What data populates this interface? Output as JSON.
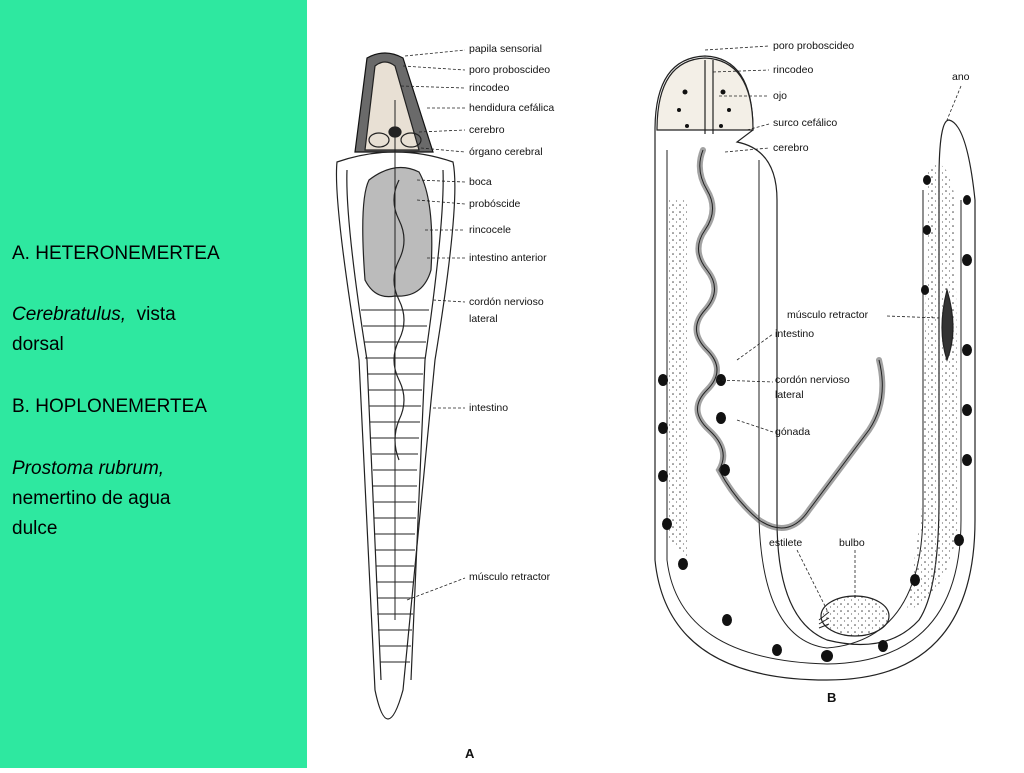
{
  "panel": {
    "bg_color": "#2ee8a0",
    "line_a": "A.  HETERONEMERTEA",
    "species_a": "Cerebratulus,",
    "view_a": " vista",
    "view_a2": " dorsal",
    "line_b": "B. HOPLONEMERTEA",
    "species_b": "Prostoma rubrum,",
    "desc_b1": "nemertino de agua",
    "desc_b2": "dulce"
  },
  "figure_a": {
    "tag": "A",
    "labels": [
      "papila sensorial",
      "poro proboscideo",
      "rincodeo",
      "hendidura cefálica",
      "cerebro",
      "órgano cerebral",
      "boca",
      "probóscide",
      "rincocele",
      "intestino anterior",
      "cordón nervioso",
      "lateral",
      "intestino",
      "músculo retractor"
    ]
  },
  "figure_b": {
    "tag": "B",
    "labels": [
      "poro proboscideo",
      "rincodeo",
      "ojo",
      "surco cefálico",
      "cerebro",
      "ano",
      "músculo retractor",
      "intestino",
      "cordón nervioso",
      "lateral",
      "gónada",
      "estilete",
      "bulbo"
    ]
  }
}
